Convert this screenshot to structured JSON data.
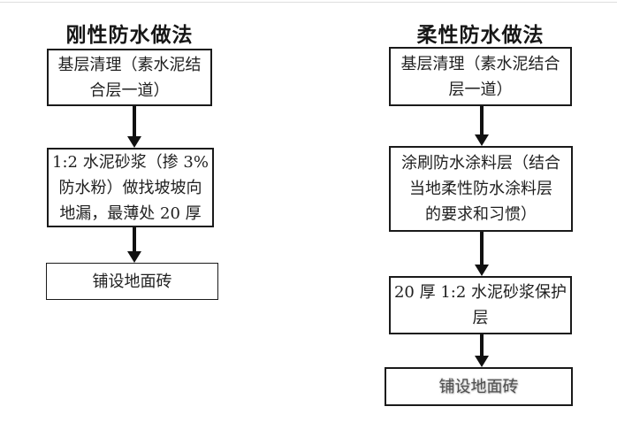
{
  "diagram": {
    "flowcharts": [
      {
        "title": "刚性防水做法",
        "steps": [
          {
            "text": "基层清理（素水泥结合层一道）",
            "lines": [
              "基层清理（素水泥结",
              "合层一道）"
            ]
          },
          {
            "text": "1:2 水泥砂浆（掺 3% 防水粉）做找坡坡向地漏，最薄处 20 厚",
            "lines": [
              "1:2 水泥砂浆（掺 3%",
              "防水粉）做找坡坡向",
              "地漏，最薄处 20 厚"
            ]
          },
          {
            "text": "铺设地面砖",
            "lines": [
              "铺设地面砖"
            ]
          }
        ]
      },
      {
        "title": "柔性防水做法",
        "steps": [
          {
            "text": "基层清理（素水泥结合层一道）",
            "lines": [
              "基层清理（素水泥结合",
              "层一道）"
            ]
          },
          {
            "text": "涂刷防水涂料层（结合当地柔性防水涂料层的要求和习惯）",
            "lines": [
              "涂刷防水涂料层（结合",
              "当地柔性防水涂料层",
              "的要求和习惯）"
            ]
          },
          {
            "text": "20 厚 1:2 水泥砂浆保护层",
            "lines": [
              "20 厚 1:2 水泥砂浆保护",
              "层"
            ]
          },
          {
            "text": "铺设地面砖",
            "lines": [
              "铺设地面砖"
            ]
          }
        ]
      }
    ],
    "colors": {
      "background": "#ffffff",
      "text": "#1f1f1f",
      "border": "#1a1a1a",
      "arrow": "#111111",
      "faded_text": "#4f4f4f"
    }
  }
}
